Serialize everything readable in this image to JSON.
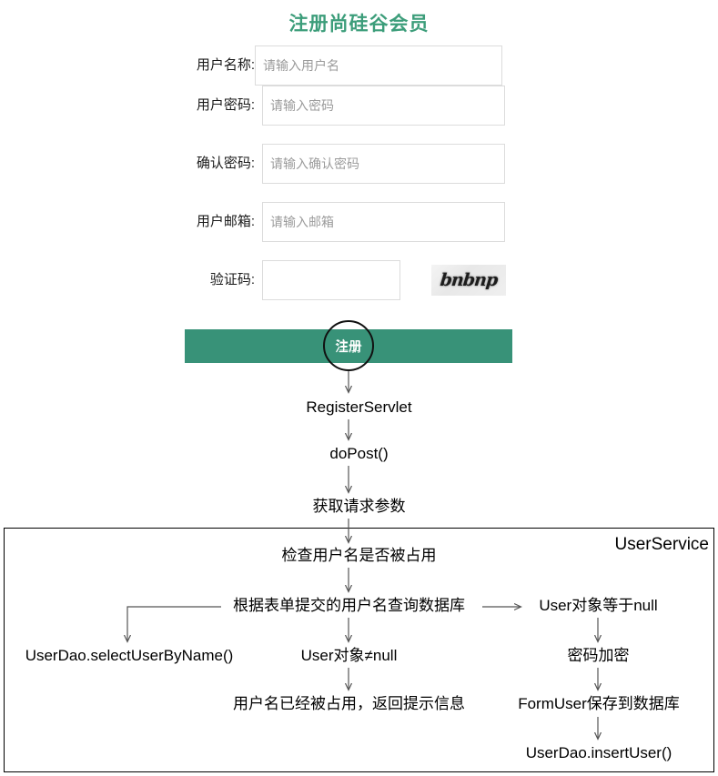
{
  "page": {
    "title": "注册尚硅谷会员",
    "title_color": "#3c9d7a"
  },
  "form": {
    "fields": [
      {
        "label": "用户名称:",
        "placeholder": "请输入用户名",
        "value": "",
        "type": "text"
      },
      {
        "label": "用户密码:",
        "placeholder": "请输入密码",
        "value": "",
        "type": "password"
      },
      {
        "label": "确认密码:",
        "placeholder": "请输入确认密码",
        "value": "",
        "type": "password"
      },
      {
        "label": "用户邮箱:",
        "placeholder": "请输入邮箱",
        "value": "",
        "type": "text"
      },
      {
        "label": "验证码:",
        "placeholder": "",
        "value": "",
        "type": "text"
      }
    ],
    "captcha": {
      "text": "bnbnp",
      "alt": "captcha-image"
    },
    "submit": {
      "label": "注册",
      "color": "#389278"
    }
  },
  "annotation": {
    "circle_label": "注册"
  },
  "flow": {
    "container_label": "UserService",
    "nodes": {
      "register_servlet": "RegisterServlet",
      "do_post": "doPost()",
      "get_params": "获取请求参数",
      "check_name": "检查用户名是否被占用",
      "query_db": "根据表单提交的用户名查询数据库",
      "user_is_null": "User对象等于null",
      "select_by_name": "UserDao.selectUserByName()",
      "user_not_null": "User对象≠null",
      "encrypt_password": "密码加密",
      "name_occupied": "用户名已经被占用，返回提示信息",
      "save_to_db": "FormUser保存到数据库",
      "insert_user": "UserDao.insertUser()"
    }
  }
}
